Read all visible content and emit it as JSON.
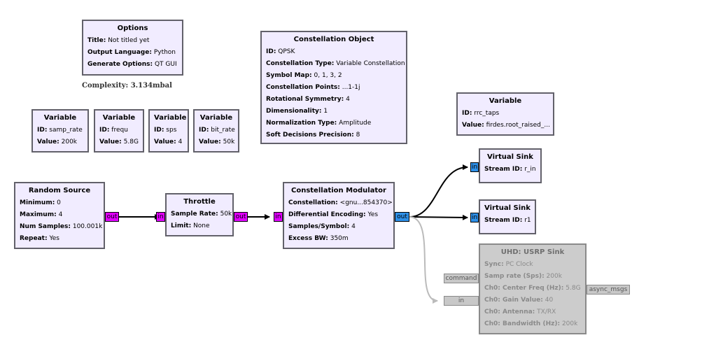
{
  "options": {
    "title": "Options",
    "rows": [
      {
        "k": "Title:",
        "v": "Not titled yet"
      },
      {
        "k": "Output Language:",
        "v": "Python"
      },
      {
        "k": "Generate Options:",
        "v": "QT GUI"
      }
    ]
  },
  "complexity": "Complexity: 3.134mbal",
  "var_samp_rate": {
    "title": "Variable",
    "rows": [
      {
        "k": "ID:",
        "v": "samp_rate"
      },
      {
        "k": "Value:",
        "v": "200k"
      }
    ]
  },
  "var_frequ": {
    "title": "Variable",
    "rows": [
      {
        "k": "ID:",
        "v": "frequ"
      },
      {
        "k": "Value:",
        "v": "5.8G"
      }
    ]
  },
  "var_sps": {
    "title": "Variable",
    "rows": [
      {
        "k": "ID:",
        "v": "sps"
      },
      {
        "k": "Value:",
        "v": "4"
      }
    ]
  },
  "var_bit_rate": {
    "title": "Variable",
    "rows": [
      {
        "k": "ID:",
        "v": "bit_rate"
      },
      {
        "k": "Value:",
        "v": "50k"
      }
    ]
  },
  "constellation_object": {
    "title": "Constellation Object",
    "rows": [
      {
        "k": "ID:",
        "v": "QPSK"
      },
      {
        "k": "Constellation Type:",
        "v": "Variable Constellation"
      },
      {
        "k": "Symbol Map:",
        "v": "0, 1, 3, 2"
      },
      {
        "k": "Constellation Points:",
        "v": "...1-1j"
      },
      {
        "k": "Rotational Symmetry:",
        "v": "4"
      },
      {
        "k": "Dimensionality:",
        "v": "1"
      },
      {
        "k": "Normalization Type:",
        "v": "Amplitude"
      },
      {
        "k": "Soft Decisions Precision:",
        "v": "8"
      }
    ]
  },
  "var_rrc_taps": {
    "title": "Variable",
    "rows": [
      {
        "k": "ID:",
        "v": "rrc_taps"
      },
      {
        "k": "Value:",
        "v": "firdes.root_raised_..."
      }
    ]
  },
  "random_source": {
    "title": "Random Source",
    "rows": [
      {
        "k": "Minimum:",
        "v": "0"
      },
      {
        "k": "Maximum:",
        "v": "4"
      },
      {
        "k": "Num Samples:",
        "v": "100.001k"
      },
      {
        "k": "Repeat:",
        "v": "Yes"
      }
    ],
    "out_port": "out"
  },
  "throttle": {
    "title": "Throttle",
    "rows": [
      {
        "k": "Sample Rate:",
        "v": "50k"
      },
      {
        "k": "Limit:",
        "v": "None"
      }
    ],
    "in_port": "in",
    "out_port": "out"
  },
  "constellation_modulator": {
    "title": "Constellation Modulator",
    "rows": [
      {
        "k": "Constellation:",
        "v": "<gnu...854370>"
      },
      {
        "k": "Differential Encoding:",
        "v": "Yes"
      },
      {
        "k": "Samples/Symbol:",
        "v": "4"
      },
      {
        "k": "Excess BW:",
        "v": "350m"
      }
    ],
    "in_port": "in",
    "out_port": "out"
  },
  "virtual_sink_1": {
    "title": "Virtual Sink",
    "rows": [
      {
        "k": "Stream ID:",
        "v": "r_in"
      }
    ],
    "in_port": "in"
  },
  "virtual_sink_2": {
    "title": "Virtual Sink",
    "rows": [
      {
        "k": "Stream ID:",
        "v": "r1"
      }
    ],
    "in_port": "in"
  },
  "usrp_sink": {
    "title": "UHD: USRP Sink",
    "rows": [
      {
        "k": "Sync:",
        "v": "PC Clock"
      },
      {
        "k": "Samp rate (Sps):",
        "v": "200k"
      },
      {
        "k": "Ch0: Center Freq (Hz):",
        "v": "5.8G"
      },
      {
        "k": "Ch0: Gain Value:",
        "v": "40"
      },
      {
        "k": "Ch0: Antenna:",
        "v": "TX/RX"
      },
      {
        "k": "Ch0: Bandwidth (Hz):",
        "v": "200k"
      }
    ],
    "command_port": "command",
    "in_port": "in",
    "async_port": "async_msgs"
  },
  "colors": {
    "block_bg": "#f1ecff",
    "block_border": "#62616a",
    "disabled_bg": "#cccccc",
    "msg_port": "#e100ff",
    "complex_port": "#2d90e8",
    "wire": "#000000",
    "disabled_wire": "#bbbbbb"
  }
}
